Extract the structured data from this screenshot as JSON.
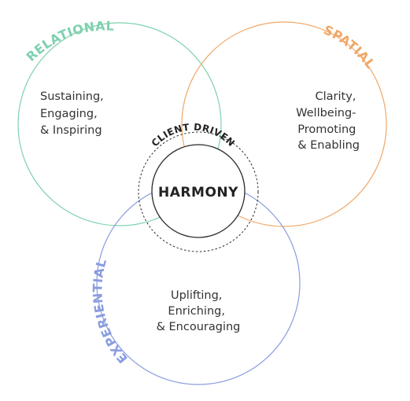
{
  "colors": {
    "relational": "#7fd1ae",
    "spatial": "#f0a766",
    "experiential": "#8a9de0",
    "center_stroke": "#2a2a2a",
    "text": "#333333"
  },
  "circles": {
    "relational": {
      "label": "RELATIONAL",
      "lines": [
        "Sustaining,",
        "Engaging,",
        "& Inspiring"
      ]
    },
    "spatial": {
      "label": "SPATIAL",
      "lines": [
        "Clarity,",
        "Wellbeing-",
        "Promoting",
        "& Enabling"
      ]
    },
    "experiential": {
      "label": "EXPERIENTIAL",
      "lines": [
        "Uplifting,",
        "Enriching,",
        "& Encouraging"
      ]
    }
  },
  "center": {
    "title": "HARMONY",
    "arc_label": "CLIENT DRIVEN"
  }
}
